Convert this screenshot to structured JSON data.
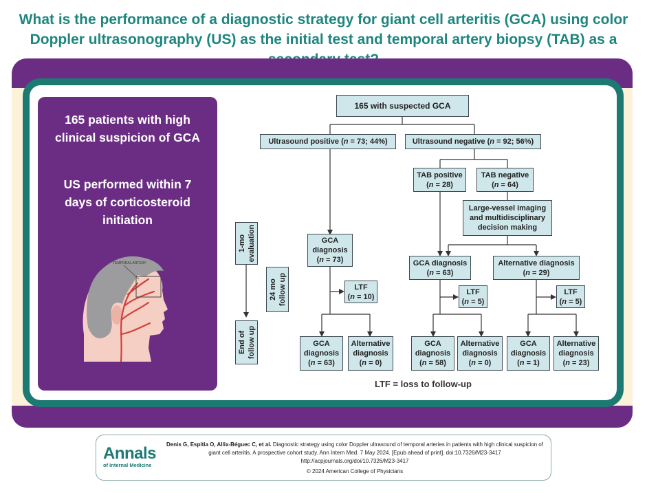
{
  "title": "What is the performance of a diagnostic strategy for giant cell arteritis (GCA) using color Doppler ultrasonography (US) as the initial test and temporal artery biopsy (TAB) as a secondary test?",
  "panel": {
    "line1": "165 patients with high clinical suspicion of GCA",
    "line2": "US performed within 7 days of corticosteroid initiation",
    "illustration_label": "TEMPORAL ARTERY"
  },
  "timeline": {
    "eval_1mo": "1-mo evaluation",
    "followup_24mo": "24 mo follow up",
    "end": "End of follow up"
  },
  "flow": {
    "root": "165 with suspected GCA",
    "us_pos": "Ultrasound positive (n = 73; 44%)",
    "us_neg": "Ultrasound negative (n = 92; 56%)",
    "tab_pos": [
      "TAB positive",
      "(n = 28)"
    ],
    "tab_neg": [
      "TAB negative",
      "(n = 64)"
    ],
    "imaging": [
      "Large-vessel imaging",
      "and multidisciplinary",
      "decision making"
    ],
    "left_gca": [
      "GCA",
      "diagnosis",
      "(n = 73)"
    ],
    "left_ltf": [
      "LTF",
      "(n = 10)"
    ],
    "left_final_gca": [
      "GCA",
      "diagnosis",
      "(n = 63)"
    ],
    "left_final_alt": [
      "Alternative",
      "diagnosis",
      "(n = 0)"
    ],
    "mid_gca": [
      "GCA diagnosis",
      "(n = 63)"
    ],
    "mid_ltf": [
      "LTF",
      "(n = 5)"
    ],
    "mid_final_gca": [
      "GCA",
      "diagnosis",
      "(n = 58)"
    ],
    "mid_final_alt": [
      "Alternative",
      "diagnosis",
      "(n = 0)"
    ],
    "right_alt": [
      "Alternative diagnosis",
      "(n = 29)"
    ],
    "right_ltf": [
      "LTF",
      "(n = 5)"
    ],
    "right_final_gca": [
      "GCA",
      "diagnosis",
      "(n = 1)"
    ],
    "right_final_alt": [
      "Alternative",
      "diagnosis",
      "(n = 23)"
    ]
  },
  "ltf_note": "LTF = loss to follow-up",
  "footer": {
    "journal_1": "Annals",
    "journal_2": "of Internal Medicine",
    "authors": "Denis G, Espitia O, Allix-Béguec C, et al.",
    "citation": "Diagnostic strategy using color Doppler ultrasound of temporal arteries in patients with high clinical suspicion of giant cell arteritis. A prospective cohort study. Ann Intern Med. 7 May 2024. [Epub ahead of print]. doi:10.7326/M23-3417",
    "url": "http://acpjournals.org/doi/10.7326/M23-3417",
    "copyright": "© 2024 American College of Physicians"
  }
}
